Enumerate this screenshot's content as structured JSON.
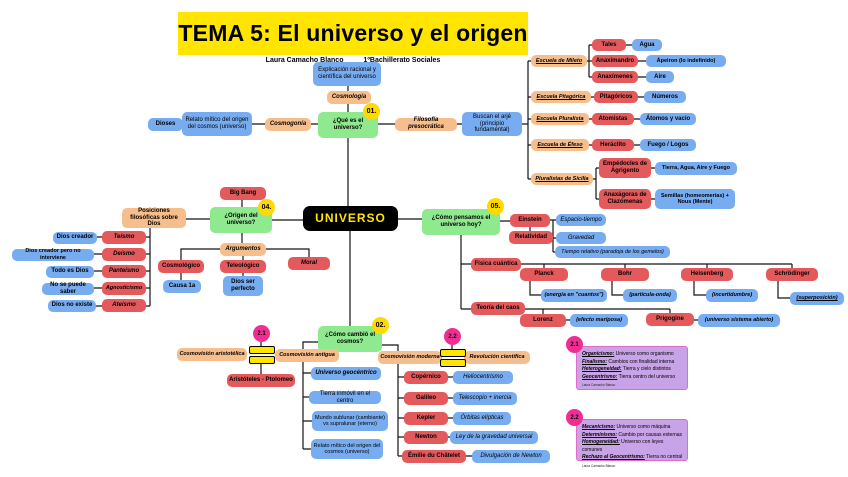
{
  "title": {
    "text": "TEMA 5: El universo y el origen",
    "author": "Laura Camacho Blanco",
    "course": "1ºBachillerato Sociales"
  },
  "badges": {
    "b01": "01.",
    "b02": "02.",
    "b04": "04.",
    "b05": "05.",
    "b21": "2.1",
    "b22": "2.2"
  },
  "nodes": {
    "explicacion": "Explicación racional y científica del universo",
    "cosmologia": "Cosmología",
    "que_es": "¿Qué es el universo?",
    "dioses": "Dioses",
    "relato_mitico": "Relato mítico del origen del cosmos (universo)",
    "cosmogonia": "Cosmogonía",
    "filosofia_presocratica": "Filosofía presocrática",
    "buscan_arje": "Buscan el arjé (principio fundamental)",
    "escuela_mileto": "Escuela de Mileto",
    "tales": "Tales",
    "agua": "Agua",
    "anaximandro": "Anaximandro",
    "apeiron": "Ápeiron (lo indefinido)",
    "anaximenes": "Anaxímenes",
    "aire": "Aire",
    "escuela_pitagorica": "Escuela Pitagórica",
    "pitagoricos": "Pitagóricos",
    "numeros": "Números",
    "escuela_pluralista": "Escuela Pluralista",
    "atomistas": "Atomistas",
    "atomos_vacio": "Átomos y vacío",
    "escuela_efeso": "Escuela de Éfeso",
    "heraclito": "Heráclito",
    "fuego_logos": "Fuego / Logos",
    "pluralistas_sicilia": "Pluralistas de Sicilia",
    "empedocles": "Empédocles de Agrigento",
    "tierra_agua_aire_fuego": "Tierra, Agua, Aire y Fuego",
    "anaxagoras": "Anaxágoras de Clazómenas",
    "semillas": "Semillas (homeomerías) + Nous (Mente)",
    "universo": "UNIVERSO",
    "big_bang": "Big Bang",
    "origen": "¿Origen del universo?",
    "posiciones": "Posiciones filosóficas sobre Dios",
    "teismo": "Teísmo",
    "dios_creador": "Dios creador",
    "deismo": "Deísmo",
    "dios_creador_no": "Dios creador pero no interviene",
    "panteismo": "Panteísmo",
    "todo_es_dios": "Todo es Dios",
    "agnosticismo": "Agnosticismo",
    "no_se_puede": "No se puede saber",
    "ateismo": "Ateísmo",
    "dios_no_existe": "Dios no existe",
    "argumentos": "Argumentos",
    "cosmologico": "Cosmológico",
    "causa": "Causa 1a",
    "teleologico": "Teleológico",
    "dios_perfecto": "Dios ser perfecto",
    "moral": "Moral",
    "como_pensamos": "¿Cómo pensamos el universo hoy?",
    "einstein": "Einstein",
    "relatividad": "Relatividad",
    "espacio_tiempo": "Espacio-tiempo",
    "gravedad": "Gravedad",
    "tiempo_relativo": "Tiempo relativo (paradoja de los gemelos)",
    "fisica_cuantica": "Física cuántica",
    "planck": "Planck",
    "energia_cuantos": "(energía en \"cuantos\")",
    "bohr": "Bohr",
    "particula_onda": "(partícula-onda)",
    "heisenberg": "Heisenberg",
    "incertidumbre": "(incertidumbre)",
    "schrodinger": "Schrödinger",
    "superposicion": "(superposición)",
    "teoria_caos": "Teoría del caos",
    "lorenz": "Lorenz",
    "efecto_mariposa": "(efecto mariposa)",
    "prigogine": "Prigogine",
    "universo_abierto": "(universo sistema abierto)",
    "como_cambio": "¿Cómo cambió el cosmos?",
    "cosmovision_aristotelica": "Cosmovisión aristotélica",
    "aristoteles_ptolomeo": "Aristóteles - Ptolomeo",
    "cosmovision_antigua": "Cosmovisión antigua",
    "universo_geocentrico": "Universo geocéntrico",
    "tierra_inmovil": "Tierra inmóvil en el centro",
    "mundo_sublunar": "Mundo sublunar (cambiante) vs supralunar (eterno)",
    "relato_mitico2": "Relato mítico del origen del cosmos (universo)",
    "cosmovision_moderna": "Cosmovisión moderna",
    "revolucion_cientifica": "Revolución científica",
    "copernico": "Copérnico",
    "heliocentrismo": "Heliocentrismo",
    "galileo": "Galileo",
    "telescopio": "Telescopio + inercia",
    "kepler": "Kepler",
    "orbitas": "Órbitas elípticas",
    "newton": "Newton",
    "ley_gravedad": "Ley de la gravedad universal",
    "emilie": "Émilie du Châtelet",
    "divulgacion": "Divulgación de Newton"
  },
  "legend21": {
    "t1": "Organicismo:",
    "r1": " Universo como organismo",
    "t2": "Finalismo:",
    "r2": " Cambios con finalidad interna",
    "t3": "Heterogeneidad:",
    "r3": " Tierra y cielo distintos",
    "t4": "Geocentrismo:",
    "r4": " Tierra centro del universo",
    "footer": "Laura Camacho Blanco"
  },
  "legend22": {
    "t1": "Mecanicismo:",
    "r1": " Universo como máquina",
    "t2": "Determinismo:",
    "r2": " Cambio por causas externas",
    "t3": "Homogeneidad:",
    "r3": " Universo con leyes comunes",
    "t4": "Rechazo al Geocentrismo:",
    "r4": " Tierra no central",
    "footer": "Laura Camacho Blanco"
  }
}
